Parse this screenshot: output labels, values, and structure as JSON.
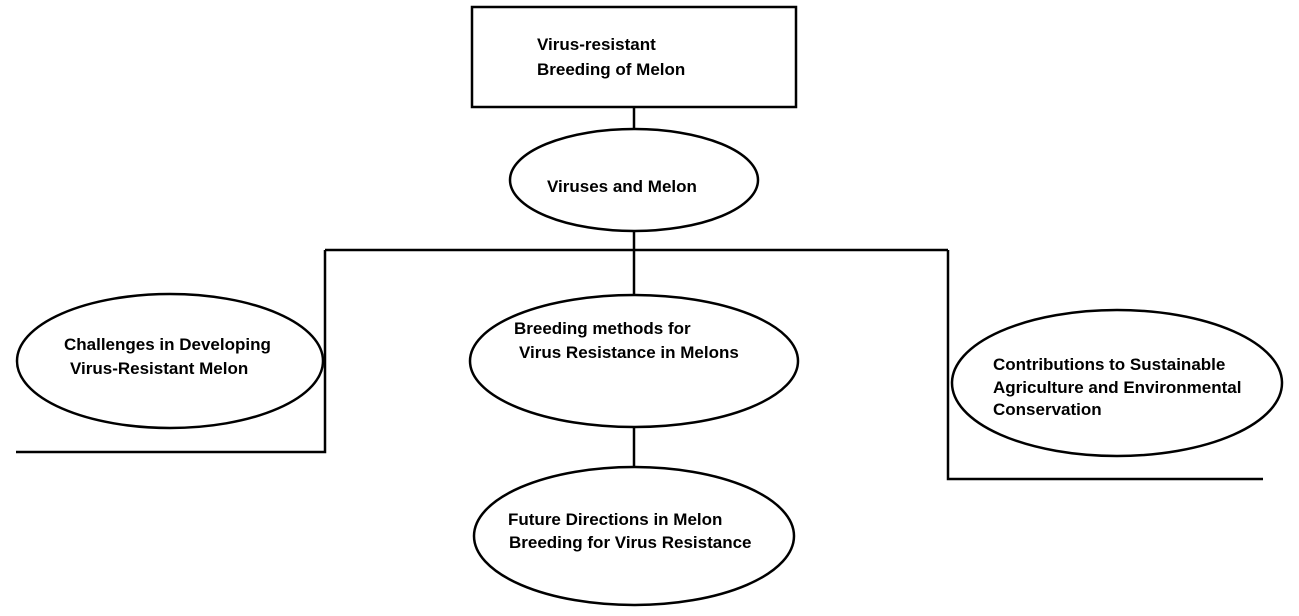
{
  "diagram": {
    "root": {
      "line1": "Virus-resistant",
      "line2": "Breeding of Melon"
    },
    "viruses": {
      "line1": "Viruses and Melon"
    },
    "challenges": {
      "line1": "Challenges in Developing",
      "line2": "Virus-Resistant Melon"
    },
    "breeding": {
      "line1": "Breeding methods for",
      "line2": "Virus Resistance in Melons"
    },
    "contributions": {
      "line1": "Contributions to Sustainable",
      "line2": "Agriculture and Environmental",
      "line3": "Conservation"
    },
    "future": {
      "line1": "Future Directions in Melon",
      "line2": "Breeding for Virus Resistance"
    }
  }
}
